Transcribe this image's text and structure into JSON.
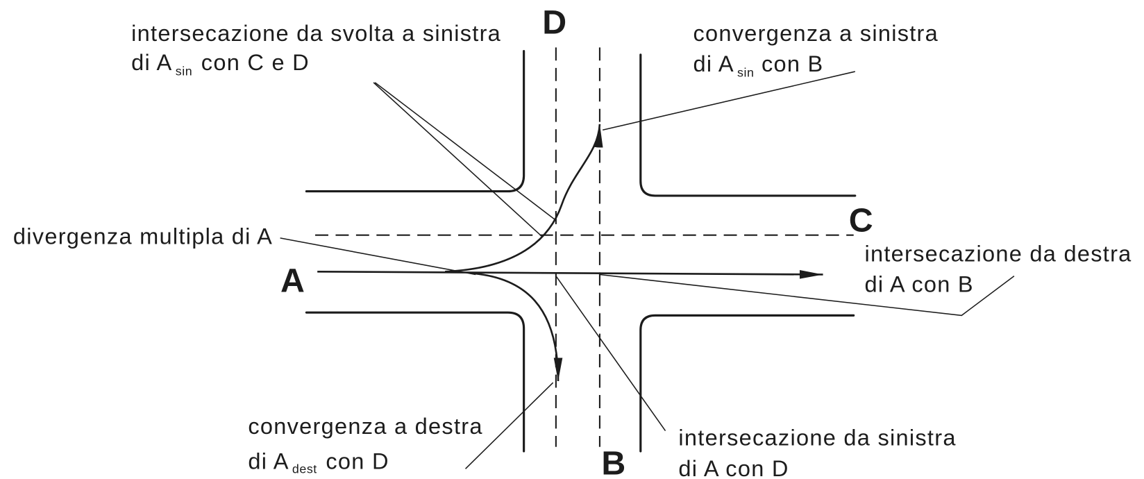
{
  "colors": {
    "ink": "#1c1c1c",
    "background": "#ffffff"
  },
  "approaches": {
    "a": "A",
    "b": "B",
    "c": "C",
    "d": "D"
  },
  "labels": {
    "left_turn_crossing": {
      "line1": "intersecazione da svolta a sinistra",
      "line2_prefix": "di A",
      "line2_sub": "sin",
      "line2_suffix": "con C e D"
    },
    "left_merge": {
      "line1": "convergenza a sinistra",
      "line2_prefix": "di A",
      "line2_sub": "sin",
      "line2_suffix": "con B"
    },
    "multiple_diverge": {
      "line1": "divergenza multipla di A"
    },
    "right_crossing": {
      "line1": "intersecazione da destra",
      "line2": "di A con B"
    },
    "right_merge": {
      "line1": "convergenza a destra",
      "line2_prefix": "di A",
      "line2_sub": "dest",
      "line2_suffix": "con D"
    },
    "left_crossing": {
      "line1": "intersecazione da sinistra",
      "line2": "di A con D"
    }
  }
}
